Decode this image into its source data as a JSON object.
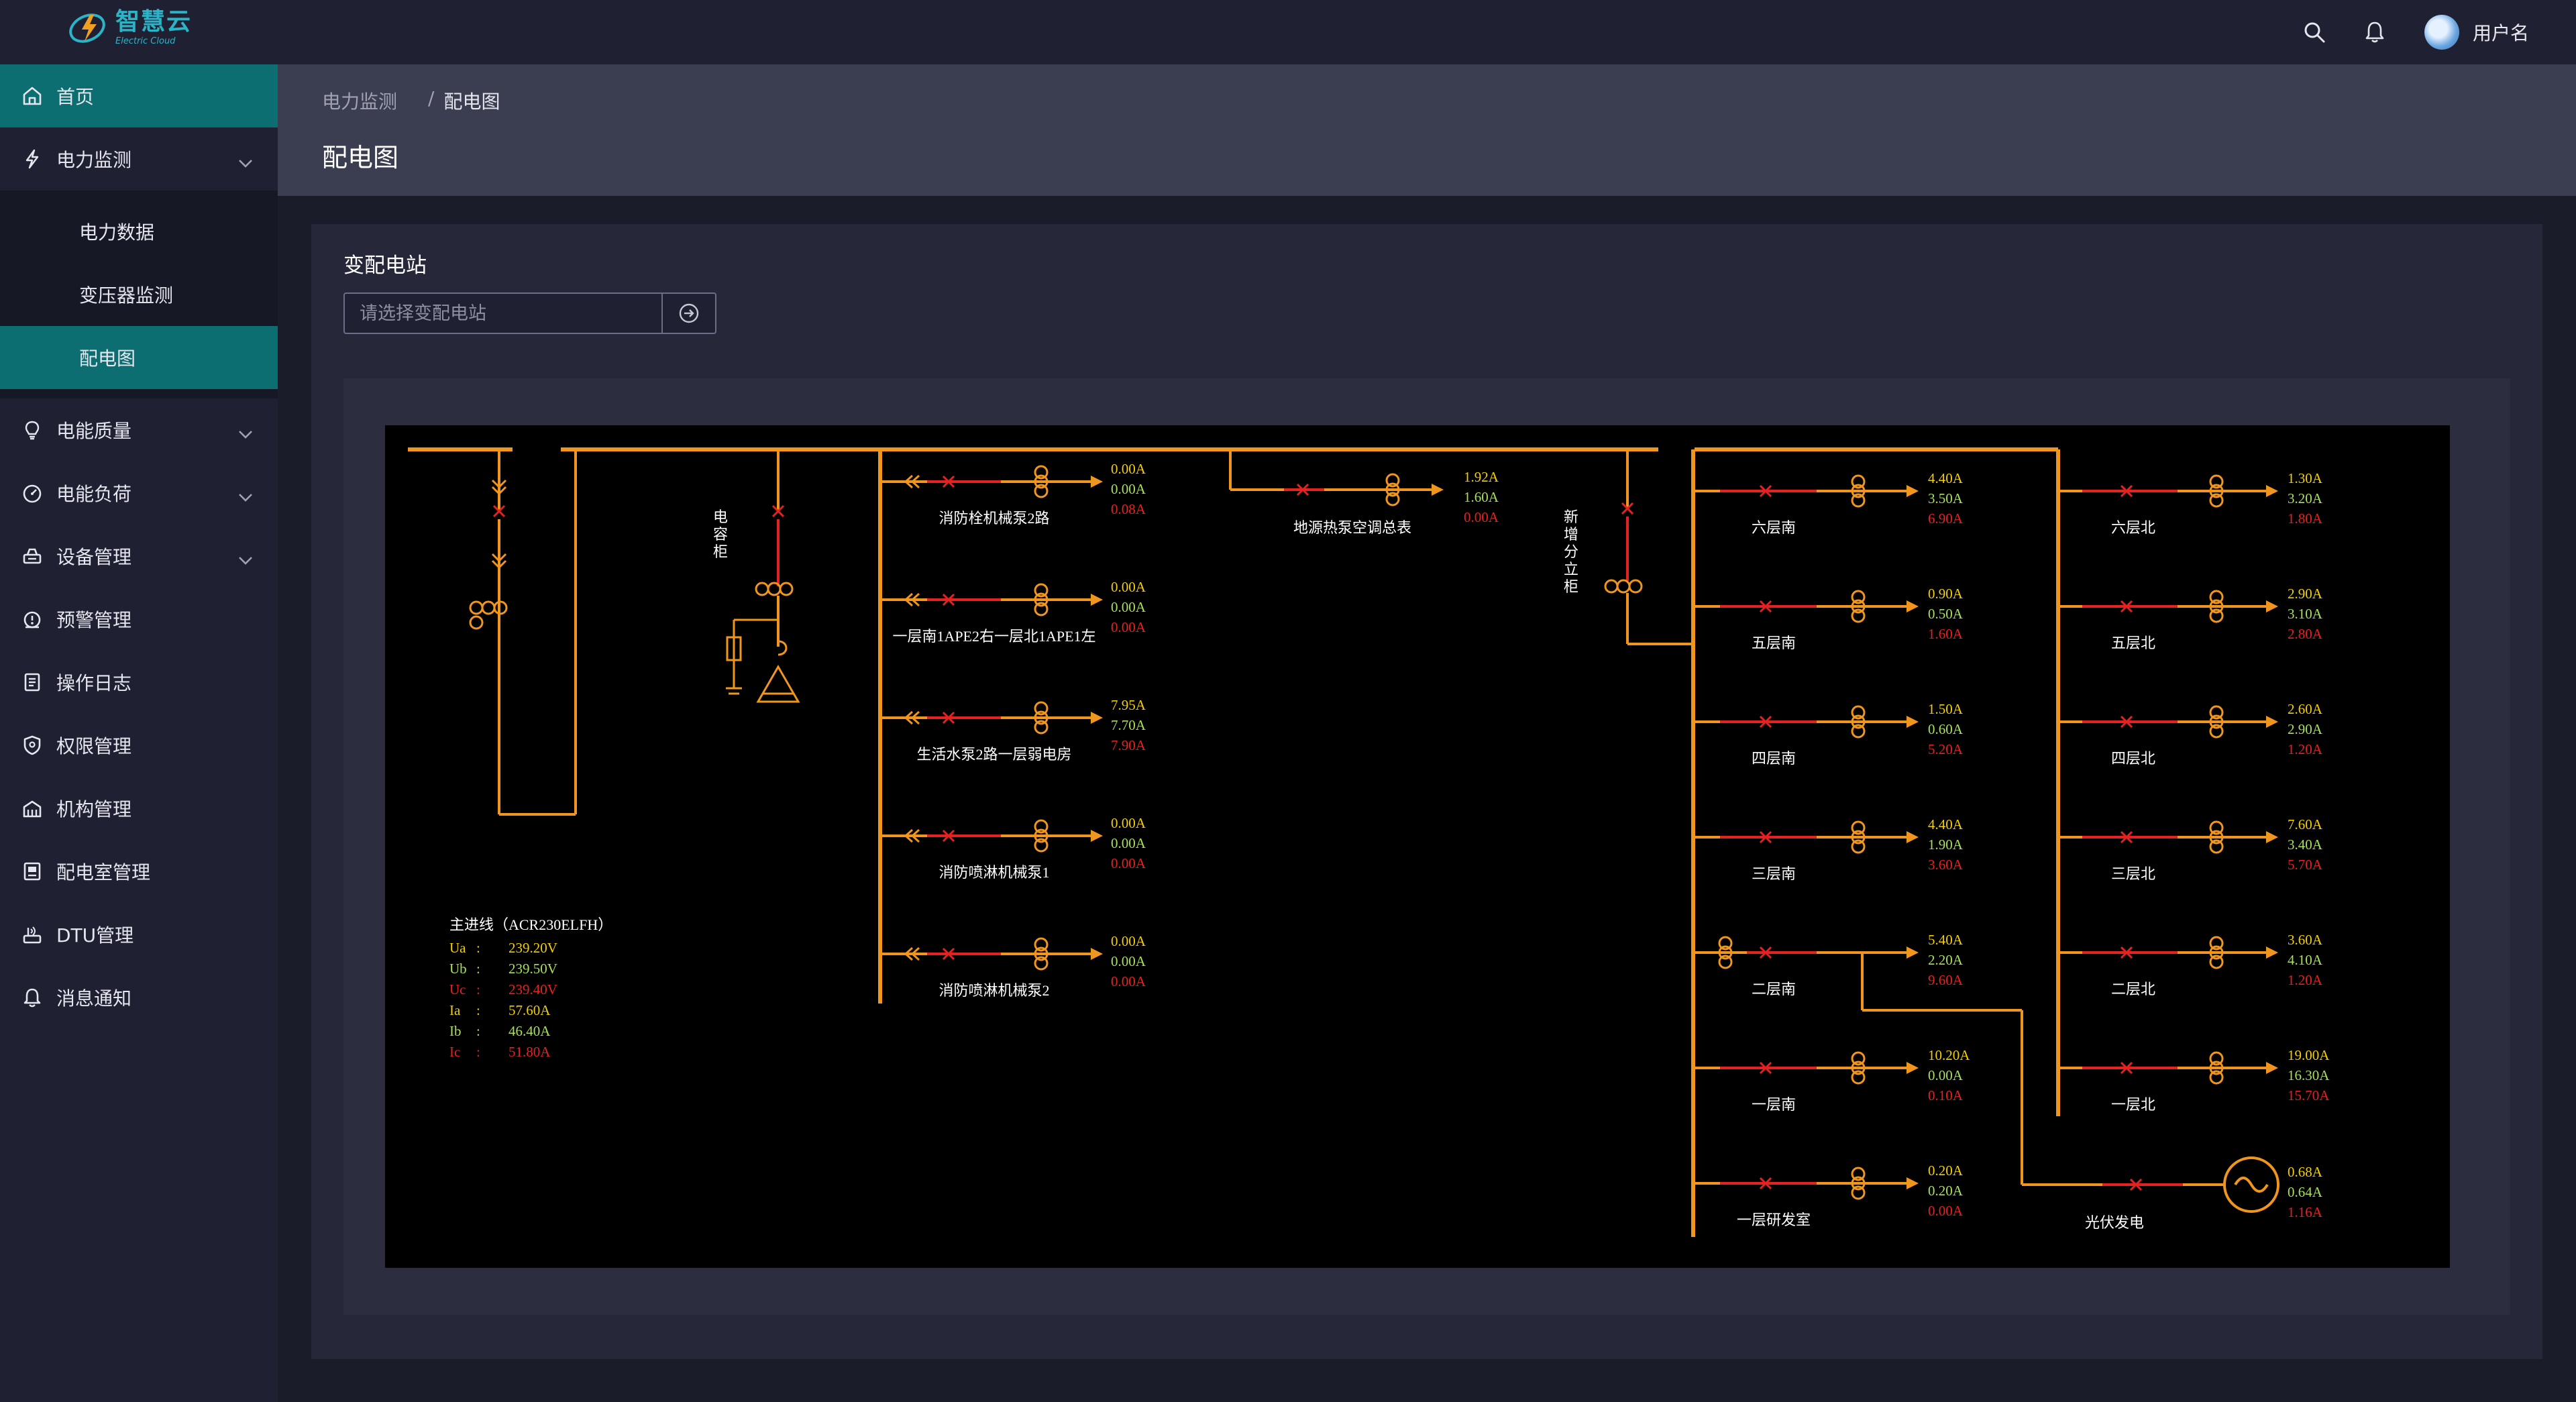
{
  "brand": {
    "name": "智慧云",
    "sub": "Electric Cloud"
  },
  "header": {
    "username": "用户名"
  },
  "sidebar": {
    "items": [
      {
        "label": "首页",
        "icon": "home-icon",
        "active": true
      },
      {
        "label": "电力监测",
        "icon": "lightning-icon",
        "expanded": true,
        "children": [
          {
            "label": "电力数据"
          },
          {
            "label": "变压器监测"
          },
          {
            "label": "配电图",
            "active": true
          }
        ]
      },
      {
        "label": "电能质量",
        "icon": "bulb-icon"
      },
      {
        "label": "电能负荷",
        "icon": "gauge-icon"
      },
      {
        "label": "设备管理",
        "icon": "device-icon"
      },
      {
        "label": "预警管理",
        "icon": "alarm-icon"
      },
      {
        "label": "操作日志",
        "icon": "log-icon"
      },
      {
        "label": "权限管理",
        "icon": "shield-icon"
      },
      {
        "label": "机构管理",
        "icon": "org-icon"
      },
      {
        "label": "配电室管理",
        "icon": "room-icon"
      },
      {
        "label": "DTU管理",
        "icon": "dtu-icon"
      },
      {
        "label": "消息通知",
        "icon": "bell-icon"
      }
    ]
  },
  "breadcrumb": {
    "parent": "电力监测",
    "current": "配电图"
  },
  "page": {
    "title": "配电图"
  },
  "filter": {
    "label": "变配电站",
    "placeholder": "请选择变配电站"
  },
  "colors": {
    "bus": "#f0961e",
    "breaker": "#e52222",
    "active_nav": "#0c6e71",
    "val1": "#f2d000",
    "val2": "#a8e05a",
    "val3": "#e52222"
  },
  "diagram": {
    "capacitor_label": "电容柜",
    "new_panel_label": "新增分立柜",
    "main_line": {
      "title": "主进线（ACR230ELFH）",
      "rows": [
        {
          "k": "Ua",
          "v": "239.20V",
          "c": "#f2d000"
        },
        {
          "k": "Ub",
          "v": "239.50V",
          "c": "#a8e05a"
        },
        {
          "k": "Uc",
          "v": "239.40V",
          "c": "#e52222"
        },
        {
          "k": "Ia",
          "v": "57.60A",
          "c": "#f2d000"
        },
        {
          "k": "Ib",
          "v": "46.40A",
          "c": "#a8e05a"
        },
        {
          "k": "Ic",
          "v": "51.80A",
          "c": "#e52222"
        }
      ]
    },
    "bus1": [
      {
        "name": "消防栓机械泵2路",
        "vals": [
          "0.00A",
          "0.00A",
          "0.08A"
        ]
      },
      {
        "name": "一层南1APE2右一层北1APE1左",
        "vals": [
          "0.00A",
          "0.00A",
          "0.00A"
        ]
      },
      {
        "name": "生活水泵2路一层弱电房",
        "vals": [
          "7.95A",
          "7.70A",
          "7.90A"
        ]
      },
      {
        "name": "消防喷淋机械泵1",
        "vals": [
          "0.00A",
          "0.00A",
          "0.00A"
        ]
      },
      {
        "name": "消防喷淋机械泵2",
        "vals": [
          "0.00A",
          "0.00A",
          "0.00A"
        ]
      }
    ],
    "top_feeder": {
      "name": "地源热泵空调总表",
      "vals": [
        "1.92A",
        "1.60A",
        "0.00A"
      ]
    },
    "bus_south": [
      {
        "name": "六层南",
        "vals": [
          "4.40A",
          "3.50A",
          "6.90A"
        ]
      },
      {
        "name": "五层南",
        "vals": [
          "0.90A",
          "0.50A",
          "1.60A"
        ]
      },
      {
        "name": "四层南",
        "vals": [
          "1.50A",
          "0.60A",
          "5.20A"
        ]
      },
      {
        "name": "三层南",
        "vals": [
          "4.40A",
          "1.90A",
          "3.60A"
        ]
      },
      {
        "name": "二层南",
        "vals": [
          "5.40A",
          "2.20A",
          "9.60A"
        ]
      },
      {
        "name": "一层南",
        "vals": [
          "10.20A",
          "0.00A",
          "0.10A"
        ]
      },
      {
        "name": "一层研发室",
        "vals": [
          "0.20A",
          "0.20A",
          "0.00A"
        ]
      }
    ],
    "bus_north": [
      {
        "name": "六层北",
        "vals": [
          "1.30A",
          "3.20A",
          "1.80A"
        ]
      },
      {
        "name": "五层北",
        "vals": [
          "2.90A",
          "3.10A",
          "2.80A"
        ]
      },
      {
        "name": "四层北",
        "vals": [
          "2.60A",
          "2.90A",
          "1.20A"
        ]
      },
      {
        "name": "三层北",
        "vals": [
          "7.60A",
          "3.40A",
          "5.70A"
        ]
      },
      {
        "name": "二层北",
        "vals": [
          "3.60A",
          "4.10A",
          "1.20A"
        ]
      },
      {
        "name": "一层北",
        "vals": [
          "19.00A",
          "16.30A",
          "15.70A"
        ]
      }
    ],
    "pv": {
      "name": "光伏发电",
      "vals": [
        "0.68A",
        "0.64A",
        "1.16A"
      ]
    }
  }
}
